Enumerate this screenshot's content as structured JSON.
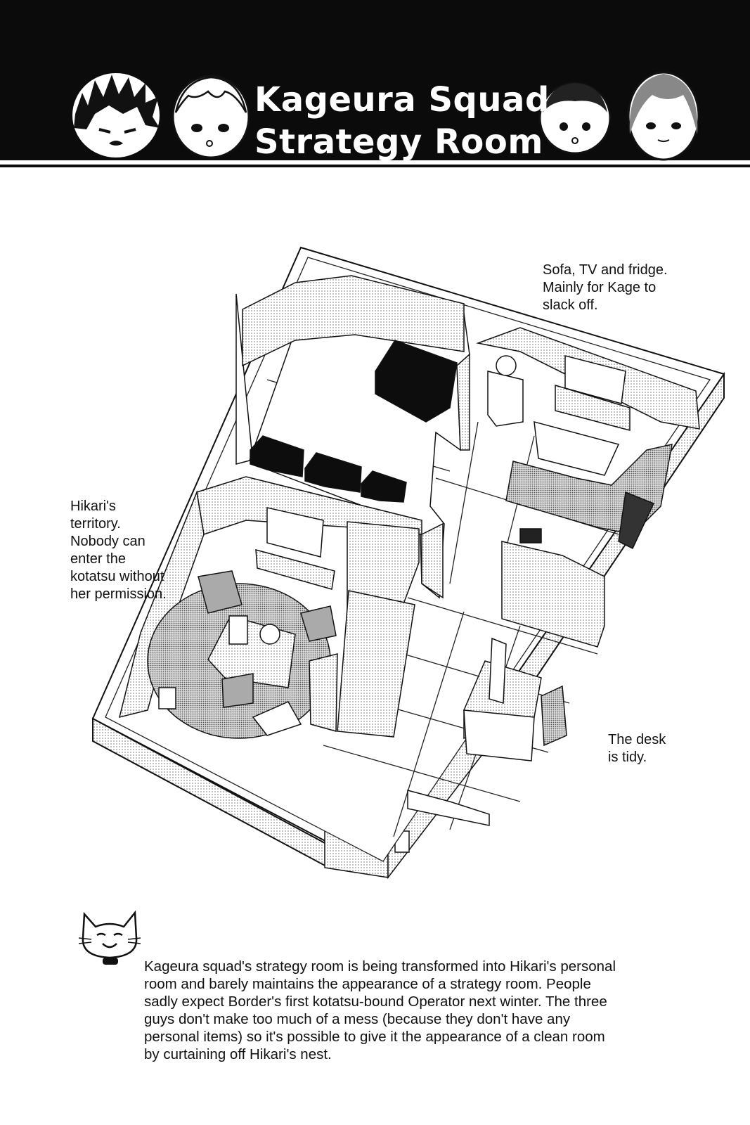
{
  "header": {
    "title_line1": "Kageura Squad",
    "title_line2": "Strategy Room"
  },
  "captions": {
    "sofa_note": "Sofa, TV and fridge. Mainly for Kage to slack off.",
    "hikari_note": "Hikari's territory. Nobody can enter the kotatsu without her permission.",
    "desk_note": "The desk is tidy."
  },
  "body_text": "Kageura squad's strategy room is being transformed into Hikari's personal room and barely maintains the appearance of a strategy room. People sadly expect Border's first kotatsu-bound Operator next winter. The three guys don't make too much of a mess (because they don't have any personal items) so it's possible to give it the appearance of a clean room by curtaining off Hikari's nest.",
  "colors": {
    "banner": "#0b0b0b",
    "paper": "#ffffff",
    "ink": "#111111"
  }
}
